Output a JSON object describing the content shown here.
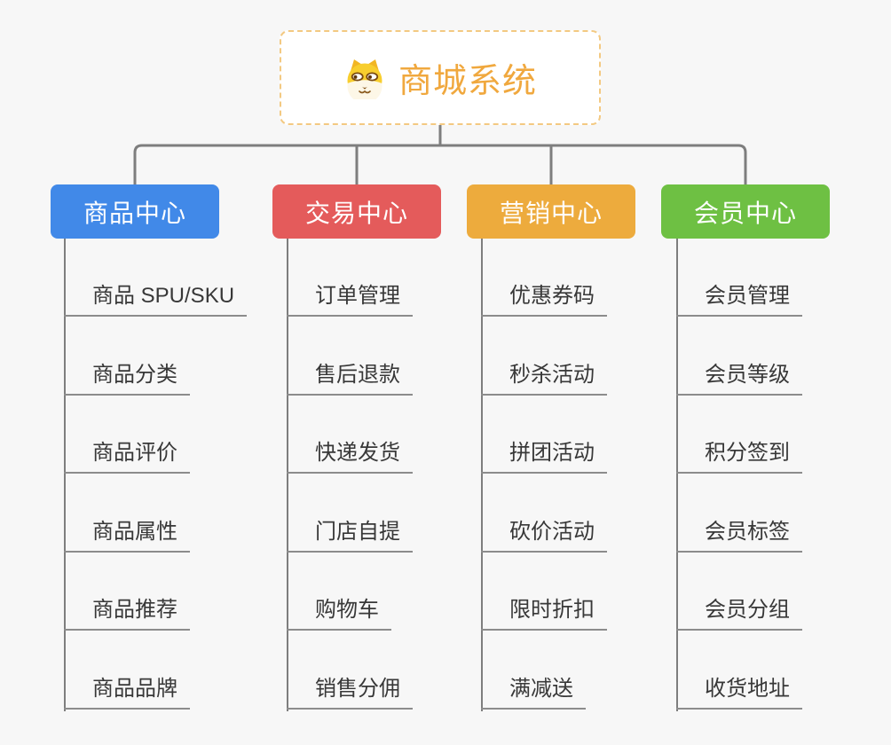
{
  "canvas": {
    "background_color": "#f7f7f7",
    "connector_color": "#7e7e7e",
    "underline_color": "#8c8c8c"
  },
  "root": {
    "label": "商城系统",
    "icon": "dog-face-icon",
    "text_color": "#f0a83e",
    "border_color": "#f3c982",
    "fill_color": "#ffffff"
  },
  "branches": [
    {
      "label": "商品中心",
      "color": "#4189e8",
      "children": [
        "商品 SPU/SKU",
        "商品分类",
        "商品评价",
        "商品属性",
        "商品推荐",
        "商品品牌"
      ]
    },
    {
      "label": "交易中心",
      "color": "#e45b5b",
      "children": [
        "订单管理",
        "售后退款",
        "快递发货",
        "门店自提",
        "购物车",
        "销售分佣"
      ]
    },
    {
      "label": "营销中心",
      "color": "#edab3d",
      "children": [
        "优惠券码",
        "秒杀活动",
        "拼团活动",
        "砍价活动",
        "限时折扣",
        "满减送"
      ]
    },
    {
      "label": "会员中心",
      "color": "#6ec043",
      "children": [
        "会员管理",
        "会员等级",
        "积分签到",
        "会员标签",
        "会员分组",
        "收货地址"
      ]
    }
  ]
}
